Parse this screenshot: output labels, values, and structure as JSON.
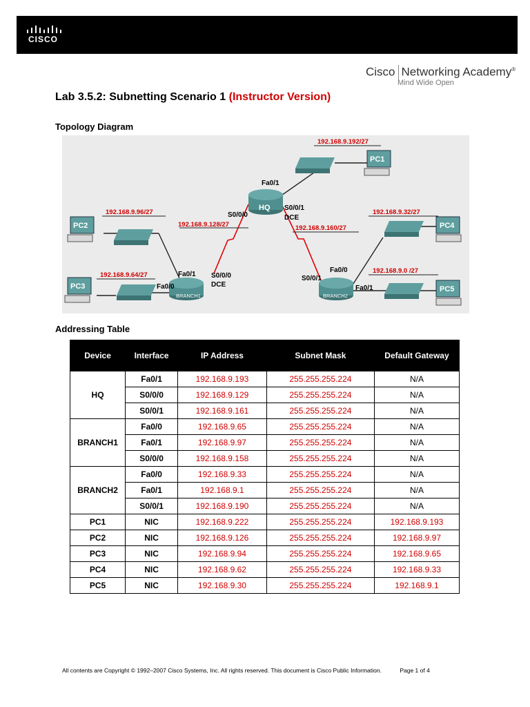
{
  "header": {
    "logo_text": "CISCO",
    "academy_name_left": "Cisco",
    "academy_name_right": "Networking Academy",
    "academy_tagline": "Mind Wide Open"
  },
  "title": {
    "main": "Lab 3.5.2: Subnetting Scenario 1",
    "version": "(Instructor Version)"
  },
  "sections": {
    "topology": "Topology Diagram",
    "addressing": "Addressing Table"
  },
  "diagram": {
    "routers": {
      "hq": "HQ",
      "branch1": "BRANCH1",
      "branch2": "BRANCH2"
    },
    "pcs": {
      "pc1": "PC1",
      "pc2": "PC2",
      "pc3": "PC3",
      "pc4": "PC4",
      "pc5": "PC5"
    },
    "networks": {
      "pc1_lan": "192.168.9.192/27",
      "pc2_lan": "192.168.9.96/27",
      "pc3_lan": "192.168.9.64/27",
      "pc4_lan": "192.168.9.32/27",
      "pc5_lan": "192.168.9.0 /27",
      "wan1": "192.168.9.128/27",
      "wan2": "192.168.9.160/27"
    },
    "interfaces": {
      "hq_fa01": "Fa0/1",
      "hq_s000": "S0/0/0",
      "hq_s001": "S0/0/1",
      "hq_dce": "DCE",
      "b1_fa01": "Fa0/1",
      "b1_fa00": "Fa0/0",
      "b1_s000": "S0/0/0",
      "b1_dce": "DCE",
      "b2_fa00": "Fa0/0",
      "b2_s001": "S0/0/1",
      "b2_fa01": "Fa0/1"
    }
  },
  "table": {
    "headers": [
      "Device",
      "Interface",
      "IP Address",
      "Subnet Mask",
      "Default Gateway"
    ],
    "groups": [
      {
        "device": "HQ",
        "rows": [
          [
            "Fa0/1",
            "192.168.9.193",
            "255.255.255.224",
            "N/A"
          ],
          [
            "S0/0/0",
            "192.168.9.129",
            "255.255.255.224",
            "N/A"
          ],
          [
            "S0/0/1",
            "192.168.9.161",
            "255.255.255.224",
            "N/A"
          ]
        ]
      },
      {
        "device": "BRANCH1",
        "rows": [
          [
            "Fa0/0",
            "192.168.9.65",
            "255.255.255.224",
            "N/A"
          ],
          [
            "Fa0/1",
            "192.168.9.97",
            "255.255.255.224",
            "N/A"
          ],
          [
            "S0/0/0",
            "192.168.9.158",
            "255.255.255.224",
            "N/A"
          ]
        ]
      },
      {
        "device": "BRANCH2",
        "rows": [
          [
            "Fa0/0",
            "192.168.9.33",
            "255.255.255.224",
            "N/A"
          ],
          [
            "Fa0/1",
            "192.168.9.1",
            "255.255.255.224",
            "N/A"
          ],
          [
            "S0/0/1",
            "192.168.9.190",
            "255.255.255.224",
            "N/A"
          ]
        ]
      },
      {
        "device": "PC1",
        "rows": [
          [
            "NIC",
            "192.168.9.222",
            "255.255.255.224",
            "192.168.9.193"
          ]
        ]
      },
      {
        "device": "PC2",
        "rows": [
          [
            "NIC",
            "192.168.9.126",
            "255.255.255.224",
            "192.168.9.97"
          ]
        ]
      },
      {
        "device": "PC3",
        "rows": [
          [
            "NIC",
            "192.168.9.94",
            "255.255.255.224",
            "192.168.9.65"
          ]
        ]
      },
      {
        "device": "PC4",
        "rows": [
          [
            "NIC",
            "192.168.9.62",
            "255.255.255.224",
            "192.168.9.33"
          ]
        ]
      },
      {
        "device": "PC5",
        "rows": [
          [
            "NIC",
            "192.168.9.30",
            "255.255.255.224",
            "192.168.9.1"
          ]
        ]
      }
    ]
  },
  "footer": {
    "copyright": "All contents are Copyright © 1992–2007 Cisco Systems, Inc. All rights reserved. This document is Cisco Public Information.",
    "page": "Page 1 of 4"
  },
  "colors": {
    "accent_red": "#d00000",
    "device_teal": "#4f8f8f",
    "header_black": "#000000"
  }
}
